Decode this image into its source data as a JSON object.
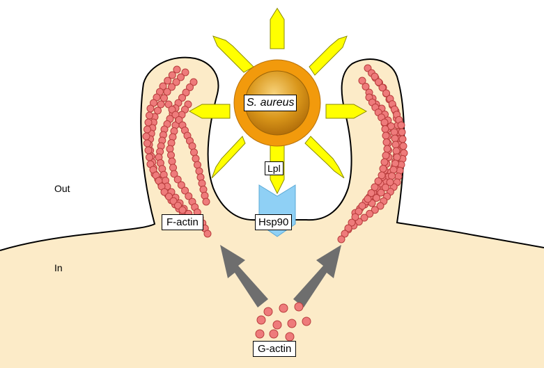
{
  "labels": {
    "out": "Out",
    "in": "In",
    "bacterium": "S. aureus",
    "lpl": "Lpl",
    "hsp90": "Hsp90",
    "f_actin": "F-actin",
    "g_actin": "G-actin"
  },
  "colors": {
    "cytoplasm": "#fcebc8",
    "membrane": "#000000",
    "actin_fill": "#ee7b7b",
    "actin_stroke": "#b83c3c",
    "spike": "#ffff00",
    "spike_stroke": "#8a8a00",
    "bacterium_ring": "#f29a0c",
    "bacterium_core": "#c98a12",
    "hsp90": "#8fd0f5",
    "arrow": "#6e6e6e"
  }
}
